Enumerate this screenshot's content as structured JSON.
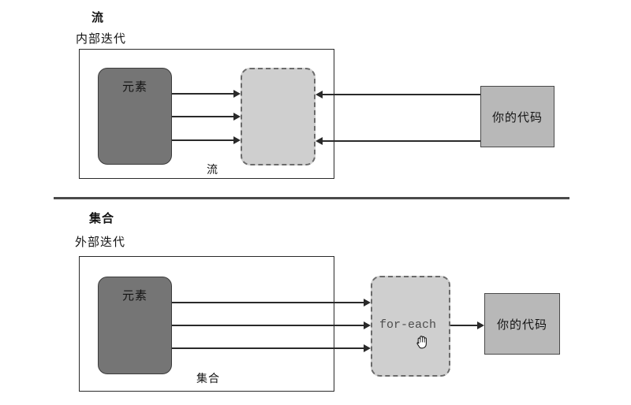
{
  "figure": {
    "sections": [
      {
        "id": "stream",
        "heading": "流",
        "subheading": "内部迭代",
        "container_label": "流",
        "source_box_label": "元素",
        "process_box_label": "",
        "consumer_box_label": "你的代码",
        "arrows_out": 3,
        "arrows_in": 2
      },
      {
        "id": "collection",
        "heading": "集合",
        "subheading": "外部迭代",
        "container_label": "集合",
        "source_box_label": "元素",
        "process_box_label": "for-each",
        "consumer_box_label": "你的代码",
        "arrows_out": 3,
        "arrows_in": 0
      }
    ]
  },
  "icons": {
    "hand_cursor": "grab-hand-cursor"
  },
  "colors": {
    "element_fill": "#757575",
    "dashed_fill": "#cfcfcf",
    "code_fill": "#b8b8b8",
    "stroke": "#2a2a2a",
    "dashed_stroke": "#6b6b6b",
    "page_bg": "#ffffff"
  }
}
